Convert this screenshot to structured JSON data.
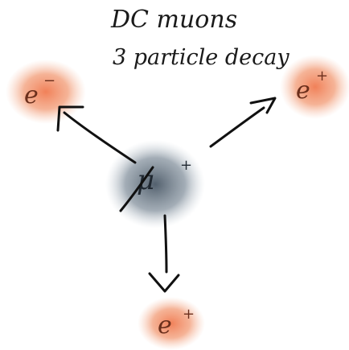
{
  "title": {
    "line1": "DC muons",
    "line2": "3 particle decay"
  },
  "center": {
    "symbol": "μ",
    "charge": "+",
    "color": "#4a5866"
  },
  "products": [
    {
      "id": "top-left",
      "symbol": "e",
      "charge": "−",
      "color": "#e8794f"
    },
    {
      "id": "top-right",
      "symbol": "e",
      "charge": "+",
      "color": "#e8794f"
    },
    {
      "id": "bottom",
      "symbol": "e",
      "charge": "+",
      "color": "#e8794f"
    }
  ]
}
